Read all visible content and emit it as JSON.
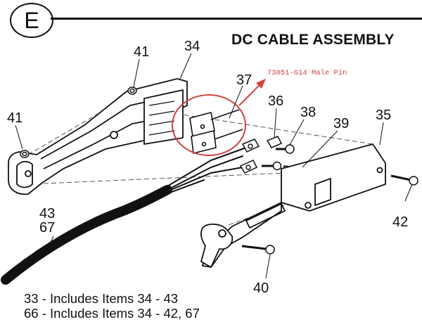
{
  "header": {
    "section_letter": "E",
    "title": "DC CABLE ASSEMBLY"
  },
  "annotation": {
    "note": "73051-G14 Male Pin",
    "color": "#d14040"
  },
  "callouts": {
    "p34": "34",
    "p41a": "41",
    "p41b": "41",
    "p37": "37",
    "p36": "36",
    "p38": "38",
    "p39": "39",
    "p35": "35",
    "p43": "43",
    "p67": "67",
    "p42": "42",
    "p40": "40"
  },
  "legend": [
    "33 - Includes Items 34 - 43",
    "66 - Includes Items 34 - 42, 67"
  ]
}
